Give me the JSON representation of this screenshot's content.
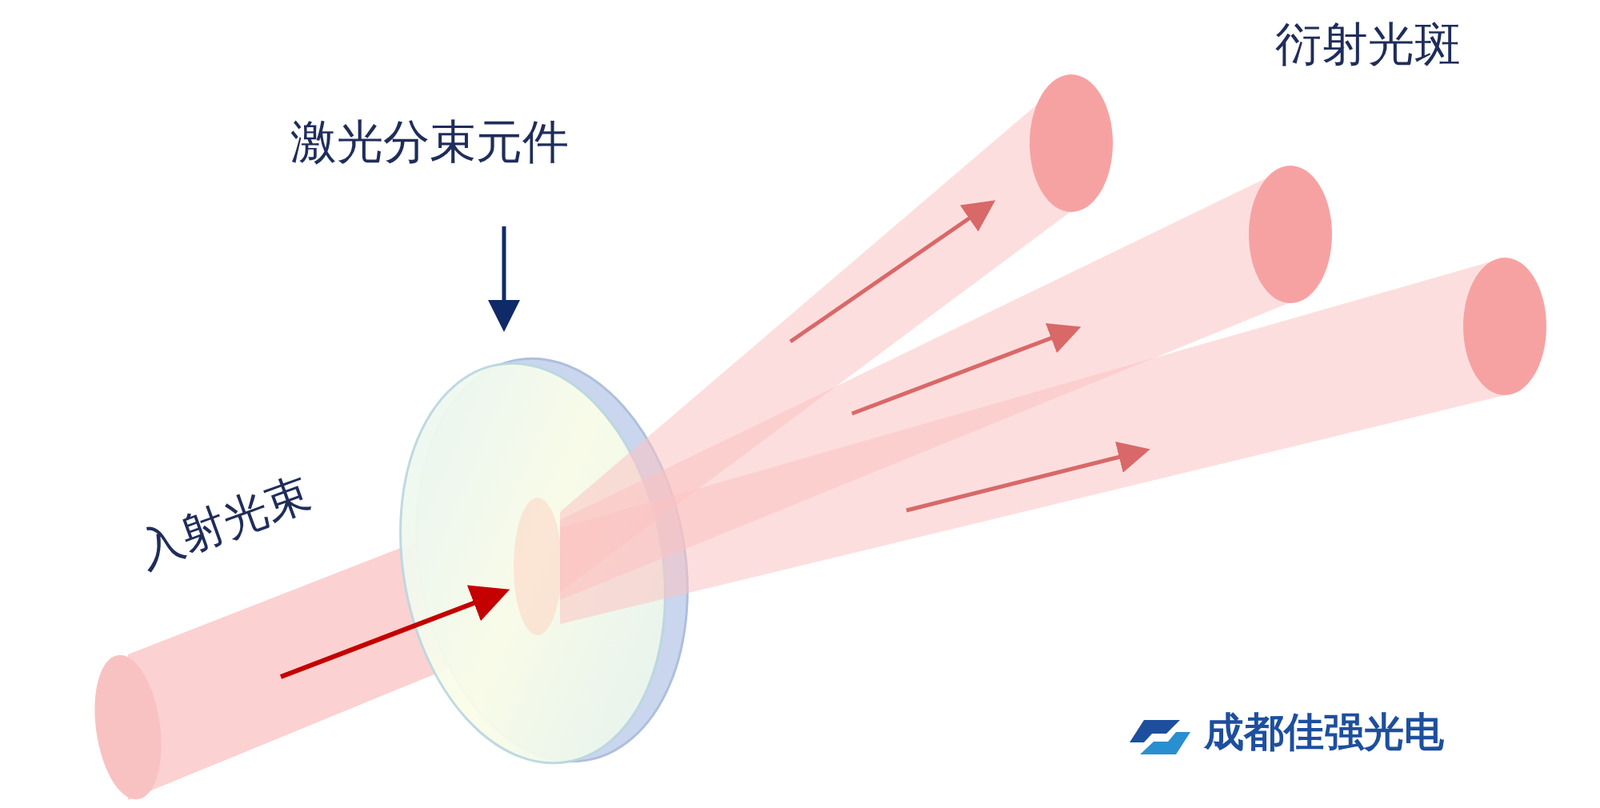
{
  "diagram": {
    "labels": [
      "激光分束元件",
      "衍射光斑",
      "入射光束",
      "成都佳强光电"
    ]
  }
}
